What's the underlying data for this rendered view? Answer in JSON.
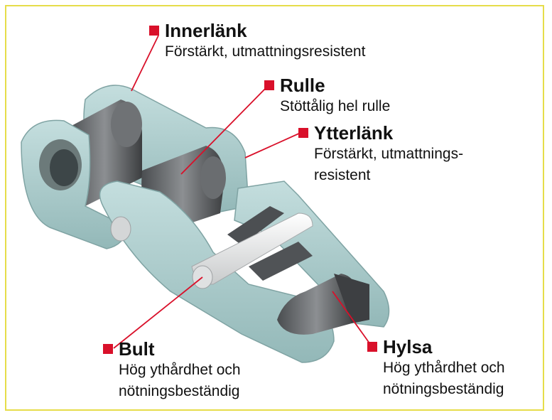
{
  "accent_color": "#d9102a",
  "chain_color": "#a9cbcb",
  "callouts": {
    "innerlank": {
      "title": "Innerlänk",
      "desc_lines": [
        "Förstärkt, utmattningsresistent"
      ]
    },
    "rulle": {
      "title": "Rulle",
      "desc_lines": [
        "Stöttålig hel rulle"
      ]
    },
    "ytterlank": {
      "title": "Ytterlänk",
      "desc_lines": [
        "Förstärkt, utmattnings-",
        "resistent"
      ]
    },
    "bult": {
      "title": "Bult",
      "desc_lines": [
        "Hög ythårdhet och",
        "nötningsbeständig"
      ]
    },
    "hylsa": {
      "title": "Hylsa",
      "desc_lines": [
        "Hög ythårdhet och",
        "nötningsbeständig"
      ]
    }
  }
}
